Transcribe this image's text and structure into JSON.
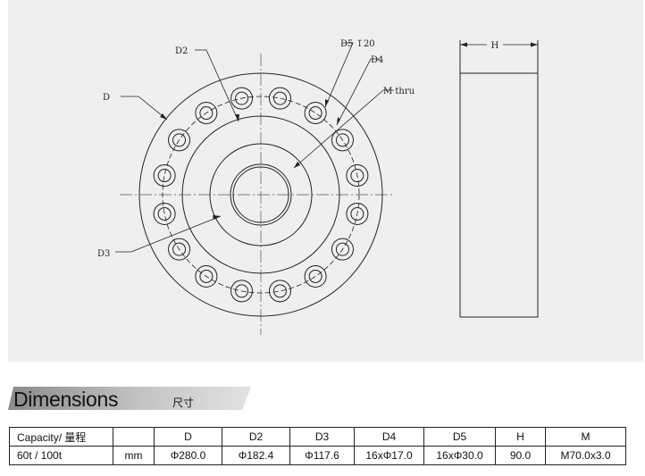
{
  "drawing": {
    "labels": {
      "d": "D",
      "d2": "D2",
      "d3": "D3",
      "d4": "D4",
      "d5": "D5 ↧20",
      "m": "M thru",
      "h": "H"
    }
  },
  "section": {
    "title": "Dimensions",
    "title_cn": "尺寸"
  },
  "table": {
    "headers": [
      "Capacity/ 量程",
      "",
      "D",
      "D2",
      "D3",
      "D4",
      "D5",
      "H",
      "M"
    ],
    "rows": [
      [
        "60t / 100t",
        "mm",
        "Φ280.0",
        "Φ182.4",
        "Φ117.6",
        "16xΦ17.0",
        "16xΦ30.0",
        "90.0",
        "M70.0x3.0"
      ]
    ]
  },
  "colors": {
    "panel_background": "#efefef",
    "line": "#222222",
    "banner_gray": "#c8c8c8"
  }
}
